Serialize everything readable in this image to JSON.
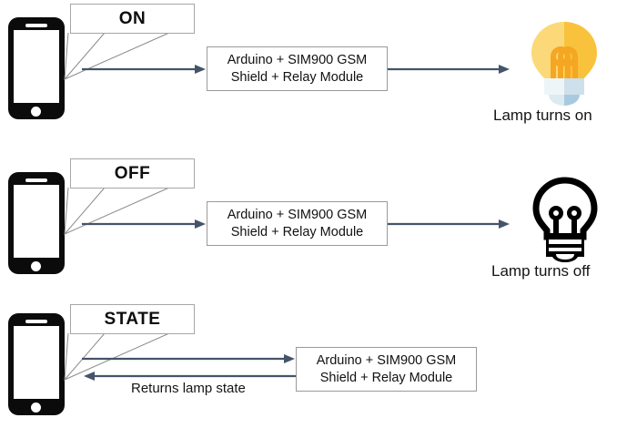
{
  "diagram": {
    "title": "GSM controlled lamp sequence diagram",
    "background_color": "#ffffff",
    "arrow_color": "#44546a",
    "leader_line_color": "#8c8c8c",
    "box_border_color": "#9a9a9a",
    "callout_border_color": "#a6a6a6",
    "lamp_on_colors": {
      "bulb_light": "#fcd978",
      "bulb_dark": "#f9c23c",
      "base_light": "#e8f1f5",
      "base_dark": "#bcd6e4",
      "filament": "#f5a623"
    },
    "lamp_off_color": "#000000"
  },
  "rows": [
    {
      "id": "row-on",
      "phone_label": "phone-icon",
      "command": "ON",
      "device_box": {
        "line1": "Arduino + SIM900 GSM",
        "line2": "Shield + Relay Module"
      },
      "result_icon": "lightbulb-on-icon",
      "result_caption": "Lamp turns on"
    },
    {
      "id": "row-off",
      "phone_label": "phone-icon",
      "command": "OFF",
      "device_box": {
        "line1": "Arduino + SIM900 GSM",
        "line2": "Shield + Relay Module"
      },
      "result_icon": "lightbulb-off-icon",
      "result_caption": "Lamp turns off"
    },
    {
      "id": "row-state",
      "phone_label": "phone-icon",
      "command": "STATE",
      "device_box": {
        "line1": "Arduino + SIM900 GSM",
        "line2": "Shield + Relay Module"
      },
      "return_caption": "Returns lamp state"
    }
  ]
}
